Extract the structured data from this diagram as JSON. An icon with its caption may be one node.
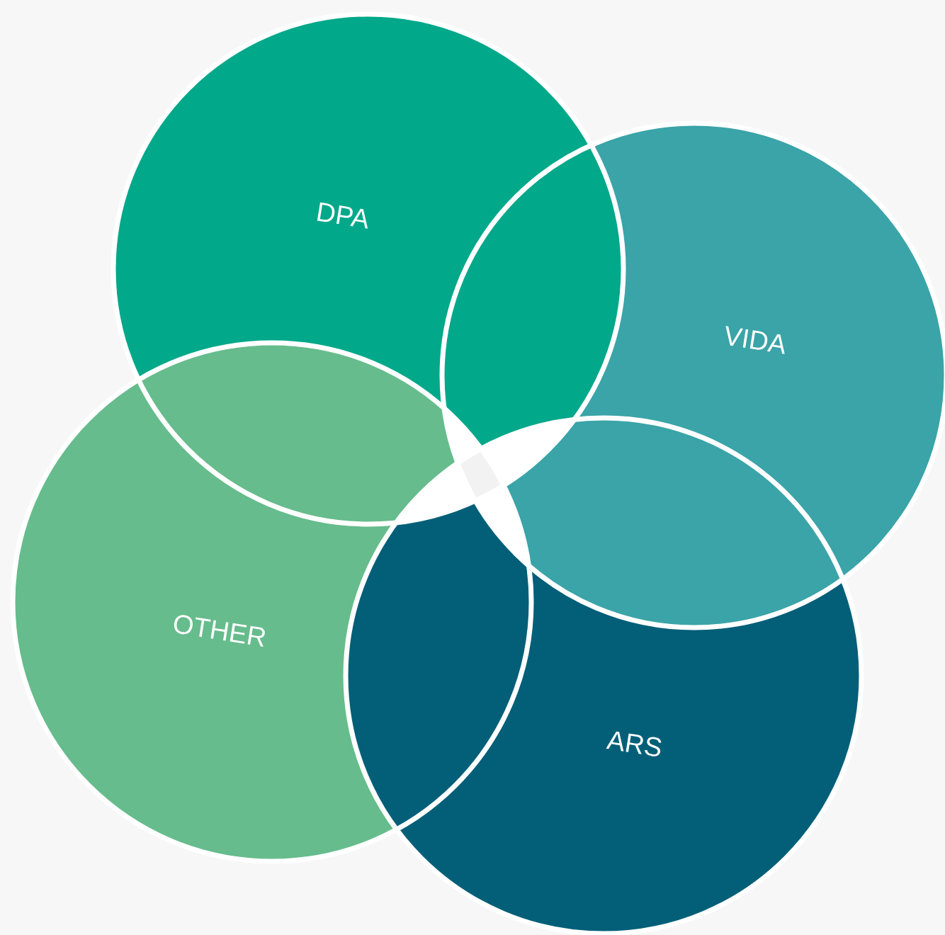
{
  "diagram": {
    "nodes": [
      {
        "text": [
          "DPA"
        ]
      },
      {
        "text": [
          "VIDA"
        ]
      },
      {
        "text": [
          "OTHER"
        ]
      },
      {
        "text": [
          "ARS"
        ]
      }
    ]
  }
}
